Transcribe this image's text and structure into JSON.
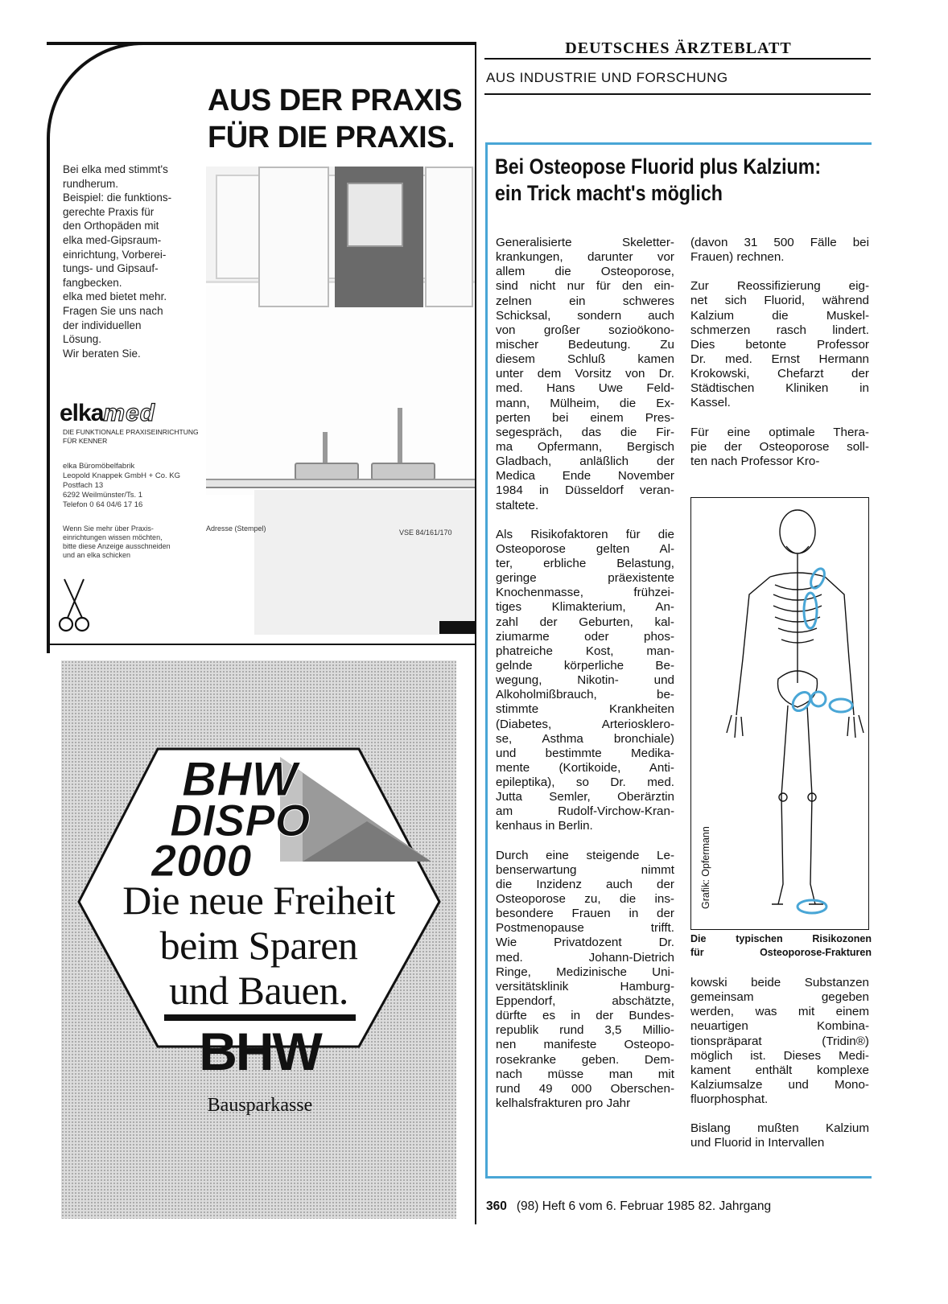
{
  "masthead": {
    "title": "DEUTSCHES ÄRZTEBLATT",
    "section": "AUS INDUSTRIE UND FORSCHUNG"
  },
  "elka_ad": {
    "headline_1": "AUS DER PRAXIS",
    "headline_2": "FÜR DIE PRAXIS.",
    "body_lines": [
      "Bei elka med stimmt's",
      "rundherum.",
      "Beispiel: die funktions-",
      "gerechte Praxis für",
      "den Orthopäden mit",
      "elka med-Gipsraum-",
      "einrichtung, Vorberei-",
      "tungs- und Gipsauf-",
      "fangbecken.",
      "elka med bietet mehr.",
      "Fragen Sie uns nach",
      "der individuellen",
      "Lösung.",
      "Wir beraten Sie."
    ],
    "logo_elka": "elka",
    "logo_med": "med",
    "tagline_1": "Die funktionale Praxiseinrichtung",
    "tagline_2": "für Kenner",
    "address_lines": [
      "elka Büromöbelfabrik",
      "Leopold Knappek GmbH + Co. KG",
      "Postfach 13",
      "6292 Weilmünster/Ts. 1",
      "Telefon 0 64 04/6 17 16"
    ],
    "note_lines": [
      "Wenn Sie mehr über Praxis-",
      "einrichtungen wissen möchten,",
      "bitte diese Anzeige ausschneiden",
      "und an elka schicken"
    ],
    "stamp_label": "Adresse (Stempel)",
    "code": "VSE 84/161/170",
    "scissors_icon": "scissors-icon"
  },
  "bhw_ad": {
    "wordmark_1": "BHW",
    "wordmark_2": "DISPO",
    "wordmark_3": "2000",
    "slogan_lines": [
      "Die neue Freiheit",
      "beim Sparen",
      "und Bauen."
    ],
    "logo": "BHW",
    "sub": "Bausparkasse"
  },
  "article": {
    "title_1": "Bei Osteopose Fluorid plus Kalzium:",
    "title_2": "ein Trick macht's möglich",
    "accent_color": "#49a6d6",
    "column_a": [
      [
        "Generalisierte Skeletter-",
        "krankungen, darunter vor",
        "allem die Osteoporose,",
        "sind nicht nur für den ein-",
        "zelnen ein schweres",
        "Schicksal, sondern auch",
        "von großer sozioökono-",
        "mischer Bedeutung. Zu",
        "diesem Schluß kamen",
        "unter dem Vorsitz von Dr.",
        "med. Hans Uwe Feld-",
        "mann, Mülheim, die Ex-",
        "perten bei einem Pres-",
        "segespräch, das die Fir-",
        "ma Opfermann, Bergisch",
        "Gladbach, anläßlich der",
        "Medica Ende November",
        "1984 in Düsseldorf veran-",
        "staltete."
      ],
      [
        "Als Risikofaktoren für die",
        "Osteoporose gelten Al-",
        "ter, erbliche Belastung,",
        "geringe präexistente",
        "Knochenmasse, frühzei-",
        "tiges Klimakterium, An-",
        "zahl der Geburten, kal-",
        "ziumarme oder phos-",
        "phatreiche Kost, man-",
        "gelnde körperliche Be-",
        "wegung, Nikotin- und",
        "Alkoholmißbrauch, be-",
        "stimmte Krankheiten",
        "(Diabetes, Arteriosklero-",
        "se, Asthma bronchiale)",
        "und bestimmte Medika-",
        "mente (Kortikoide, Anti-",
        "epileptika), so Dr. med.",
        "Jutta Semler, Oberärztin",
        "am Rudolf-Virchow-Kran-",
        "kenhaus in Berlin."
      ],
      [
        "Durch eine steigende Le-",
        "benserwartung nimmt",
        "die Inzidenz auch der",
        "Osteoporose zu, die ins-",
        "besondere Frauen in der",
        "Postmenopause trifft.",
        "Wie Privatdozent Dr.",
        "med. Johann-Dietrich",
        "Ringe, Medizinische Uni-",
        "versitätsklinik Hamburg-",
        "Eppendorf, abschätzte,",
        "dürfte es in der Bundes-",
        "republik rund 3,5 Millio-",
        "nen manifeste Osteopo-",
        "rosekranke geben. Dem-",
        "nach müsse man mit",
        "rund 49 000 Oberschen-",
        "kelhalsfrakturen pro Jahr"
      ]
    ],
    "column_b": [
      [
        "(davon 31 500 Fälle bei",
        "Frauen) rechnen."
      ],
      [
        "Zur Reossifizierung eig-",
        "net sich Fluorid, während",
        "Kalzium die Muskel-",
        "schmerzen rasch lindert.",
        "Dies betonte Professor",
        "Dr. med. Ernst Hermann",
        "Krokowski, Chefarzt der",
        "Städtischen Kliniken in",
        "Kassel."
      ],
      [
        "Für eine optimale Thera-",
        "pie der Osteoporose soll-",
        "ten nach Professor Kro-"
      ]
    ],
    "column_c": [
      [
        "kowski beide Substanzen",
        "gemeinsam gegeben",
        "werden, was mit einem",
        "neuartigen Kombina-",
        "tionspräparat (Tridin®)",
        "möglich ist. Dieses Medi-",
        "kament enthält komplexe",
        "Kalziumsalze und Mono-",
        "fluorphosphat."
      ],
      [
        "Bislang mußten Kalzium",
        "und Fluorid in Intervallen"
      ]
    ],
    "figure_credit": "Grafik: Opfermann",
    "figure_caption_1": "Die typischen Risikozonen",
    "figure_caption_2": "für Osteoporose-Frakturen",
    "figure_icon": "skeleton-illustration"
  },
  "footer": {
    "page_number": "360",
    "issue": "(98) Heft 6 vom 6. Februar 1985 82. Jahrgang"
  }
}
